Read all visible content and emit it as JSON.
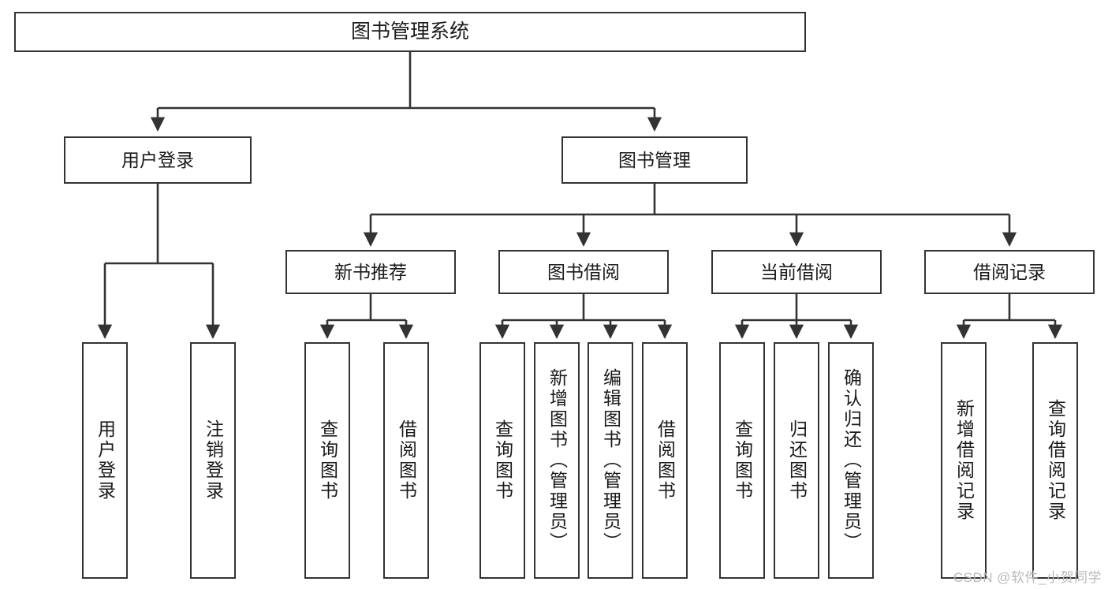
{
  "diagram": {
    "title": "图书管理系统",
    "type": "tree",
    "orientation": "top-down",
    "colors": {
      "box_border": "#333333",
      "box_fill": "#ffffff",
      "connector": "#333333",
      "text": "#1a1a1a",
      "background": "#ffffff",
      "watermark": "#b9b9b9"
    }
  },
  "root": {
    "label": "图书管理系统"
  },
  "level1": [
    {
      "label": "用户登录"
    },
    {
      "label": "图书管理"
    }
  ],
  "level2": [
    {
      "label": "新书推荐"
    },
    {
      "label": "图书借阅"
    },
    {
      "label": "当前借阅"
    },
    {
      "label": "借阅记录"
    }
  ],
  "leaves": {
    "user_login": [
      {
        "label": "用户登录"
      },
      {
        "label": "注销登录"
      }
    ],
    "new_book_recommend": [
      {
        "label": "查询图书"
      },
      {
        "label": "借阅图书"
      }
    ],
    "book_borrow": [
      {
        "label": "查询图书"
      },
      {
        "label": "新增图书（管理员）"
      },
      {
        "label": "编辑图书（管理员）"
      },
      {
        "label": "借阅图书"
      }
    ],
    "current_borrow": [
      {
        "label": "查询图书"
      },
      {
        "label": "归还图书"
      },
      {
        "label": "确认归还（管理员）"
      }
    ],
    "borrow_record": [
      {
        "label": "新增借阅记录"
      },
      {
        "label": "查询借阅记录"
      }
    ]
  },
  "watermark": {
    "text": "CSDN @软件_小贺同学"
  }
}
